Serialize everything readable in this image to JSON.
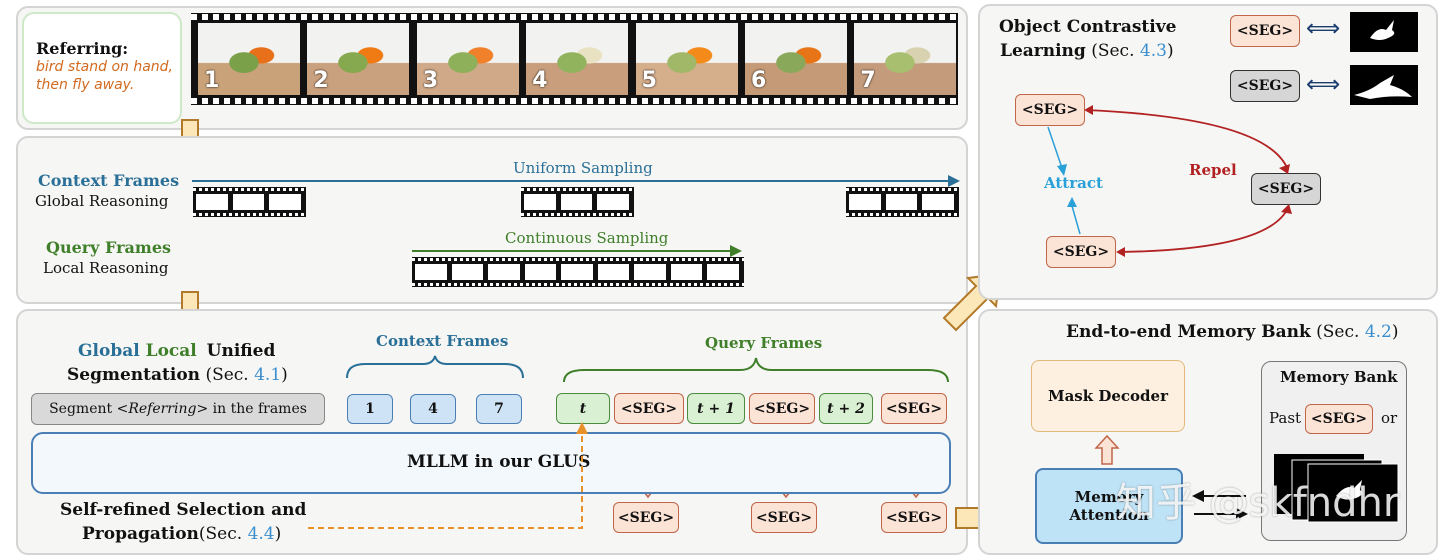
{
  "colors": {
    "blue_title": "#2a6f97",
    "green_title": "#3f7f2a",
    "orange_ref": "#d2691e",
    "link_blue": "#3a8fd0",
    "repel_red": "#b22222",
    "attract_blue": "#2aa0d8",
    "box_border": "#4a7fb5",
    "arrow_fill": "#fbe7b8"
  },
  "referring": {
    "label": "Referring:",
    "line1": "bird stand on hand,",
    "line2": "then fly away."
  },
  "frame_numbers": [
    "1",
    "2",
    "3",
    "4",
    "5",
    "6",
    "7"
  ],
  "sampling": {
    "context_title": "Context Frames",
    "context_sub": "Global Reasoning",
    "query_title": "Query Frames",
    "query_sub": "Local Reasoning",
    "uniform": "Uniform Sampling",
    "continuous": "Continuous Sampling"
  },
  "unified": {
    "global": "Global",
    "local": "Local",
    "unified": "Unified",
    "seg_line": "Segmentation",
    "sec_prefix": "(Sec.",
    "sec_num": "4.1",
    "sec_suffix": ")",
    "prompt_pre": "Segment <",
    "prompt_ref": "Referring",
    "prompt_post": "> in the frames",
    "context_label": "Context Frames",
    "query_label": "Query Frames",
    "context_tokens": [
      "1",
      "4",
      "7"
    ],
    "query_tokens": [
      "t",
      "<SEG>",
      "t + 1",
      "<SEG>",
      "t + 2",
      "<SEG>"
    ],
    "mllm": "MLLM in our GLUS",
    "out_tokens": [
      "<SEG>",
      "<SEG>",
      "<SEG>"
    ],
    "self_line1": "Self-refined Selection and",
    "self_line2": "Propagation",
    "self_sec": "(Sec. ",
    "self_num": "4.4",
    "self_end": ")"
  },
  "contrastive": {
    "title1": "Object Contrastive",
    "title2": "Learning",
    "sec_prefix": "(Sec. ",
    "sec_num": "4.3",
    "sec_suffix": ")",
    "seg": "<SEG>",
    "attract": "Attract",
    "repel": "Repel",
    "double_arrow": "⟺"
  },
  "memory": {
    "title": "End-to-end Memory Bank",
    "sec_prefix": "(Sec. ",
    "sec_num": "4.2",
    "sec_suffix": ")",
    "decoder": "Mask Decoder",
    "attention_line1": "Memory",
    "attention_line2": "Attention",
    "bank_title": "Memory Bank",
    "past": "Past",
    "seg": "<SEG>",
    "or": "or"
  },
  "watermark": "知乎 @skfndhr"
}
